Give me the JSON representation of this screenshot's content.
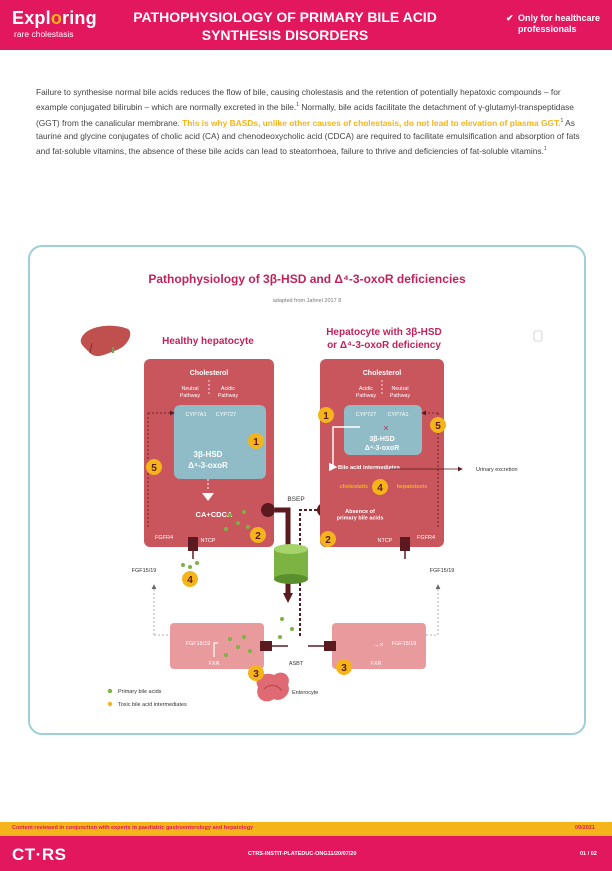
{
  "header": {
    "logo_main_1": "Expl",
    "logo_main_2": "o",
    "logo_main_3": "ring",
    "logo_sub": "rare cholestasis",
    "title_line1": "PATHOPHYSIOLOGY OF PRIMARY BILE ACID",
    "title_line2": "SYNTHESIS DISORDERS",
    "hcp_tick": "✔",
    "hcp_line1": "Only for healthcare",
    "hcp_line2": "professionals"
  },
  "intro": {
    "p1": "Failure to synthesise normal bile acids reduces the flow of bile, causing cholestasis and the retention of potentially hepatoxic compounds – for example conjugated bilirubin – which are normally excreted in the bile.",
    "p2": "Normally, bile acids facilitate the detachment of γ-glutamyl-transpeptidase (GGT) from the canalicular membrane.",
    "highlight": "This is why BASDs, unlike other causes of cholestasis, do not lead to elevation of plasma GGT.",
    "p3": "As taurine and glycine conjugates of cholic acid (CA) and chenodeoxycholic acid (CDCA) are required to facilitate emulsification and absorption of fats and fat-soluble vitamins, the absence of these bile acids can lead to steatorrhoea, failure to thrive and deficiencies of fat-soluble vitamins.",
    "ref": "1"
  },
  "figure": {
    "title": "Pathophysiology of 3β-HSD and Δ⁴-3-oxoR deficiencies",
    "subtitle": "adapted from Jahnel 2017",
    "subtitle_ref": "8",
    "healthy_title": "Healthy hepatocyte",
    "deficient_title_1": "Hepatocyte with 3β-HSD",
    "deficient_title_2": "or Δ⁴-3-oxoR deficiency",
    "cholesterol": "Cholesterol",
    "neutral_1": "Neutral",
    "acidic_1": "Acidic",
    "pathway": "Pathway",
    "cyp7a1": "CYP7A1",
    "cyp727": "CYP727",
    "hsd": "3β-HSD",
    "oxor": "Δ⁴-3-oxoR",
    "ca_cdca": "CA+CDCA",
    "bsep": "BSEP",
    "absence_1": "Absence of",
    "absence_2": "primary bile acids",
    "bile_intermediates": "Bile acid intermediates",
    "urinary": "Urinary excretion",
    "cholestatic": "cholestatic",
    "hepatotoxic": "hepatotoxic",
    "fgfr4": "FGFR4",
    "ntcp": "NTCP",
    "fgf": "FGF15/19",
    "fxr": "FXR",
    "asbt": "ASBT",
    "enterocyte": "Enterocyte",
    "legend_primary": "Primary bile acids",
    "legend_toxic": "Toxic bile acid intermediates",
    "n1": "1",
    "n2": "2",
    "n3": "3",
    "n4": "4",
    "n5": "5"
  },
  "colors": {
    "brand": "#e2175d",
    "accent": "#f4b41a",
    "cell": "#c9555d",
    "cell_light": "#e99a9c",
    "enzyme": "#8fbcc6",
    "dark": "#5a1a1f",
    "green": "#7cb342"
  },
  "footer": {
    "review": "Content reviewed in conjunction with experts in paediatric gastroenterology and hepatology",
    "date": "09/2021",
    "brand": "CT·RS",
    "code": "CTRS-INSTIT-PLATEDUC-ONG11/20/07/20",
    "page": "01 / 02"
  }
}
